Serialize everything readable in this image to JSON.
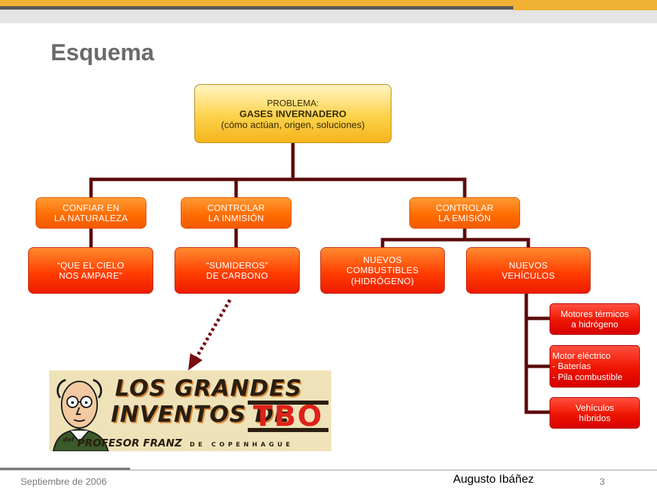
{
  "slide": {
    "title": "Esquema",
    "footer": {
      "date": "Septiembre de 2006",
      "author": "Augusto Ibáñez",
      "page_number": "3"
    }
  },
  "diagram": {
    "root": {
      "line1": "PROBLEMA:",
      "line2": "GASES INVERNADERO",
      "line3": "(cómo actúan, origen, soluciones)"
    },
    "branches": {
      "naturaleza": "CONFIAR EN\nLA NATURALEZA",
      "inmision": "CONTROLAR\nLA INMISIÓN",
      "emision": "CONTROLAR\nLA EMISIÓN"
    },
    "leaves": {
      "cielo": "“QUE EL CIELO\nNOS AMPARE”",
      "sumideros": "“SUMIDEROS”\nDE CARBONO",
      "combustibles": "NUEVOS\nCOMBUSTIBLES\n(HIDRÓGENO)",
      "vehiculos": "NUEVOS\nVEHÍCULOS"
    },
    "vehicle_types": {
      "motores": "Motores térmicos\na hidrógeno",
      "electrico": "Motor eléctrico\n- Baterías\n- Pila combustible",
      "hibridos": "Vehículos\nhíbridos"
    }
  },
  "comic": {
    "line1": "LOS GRANDES",
    "line2": "INVENTOS DE",
    "tbo": "TBO",
    "line3_prefix": "del",
    "line3": "PROFESOR FRANZ",
    "line3_suffix": "DE COPENHAGUE"
  },
  "colors": {
    "accent": "#f2b233",
    "connector": "#5c0a0a",
    "arrow": "#7a0f0f"
  }
}
